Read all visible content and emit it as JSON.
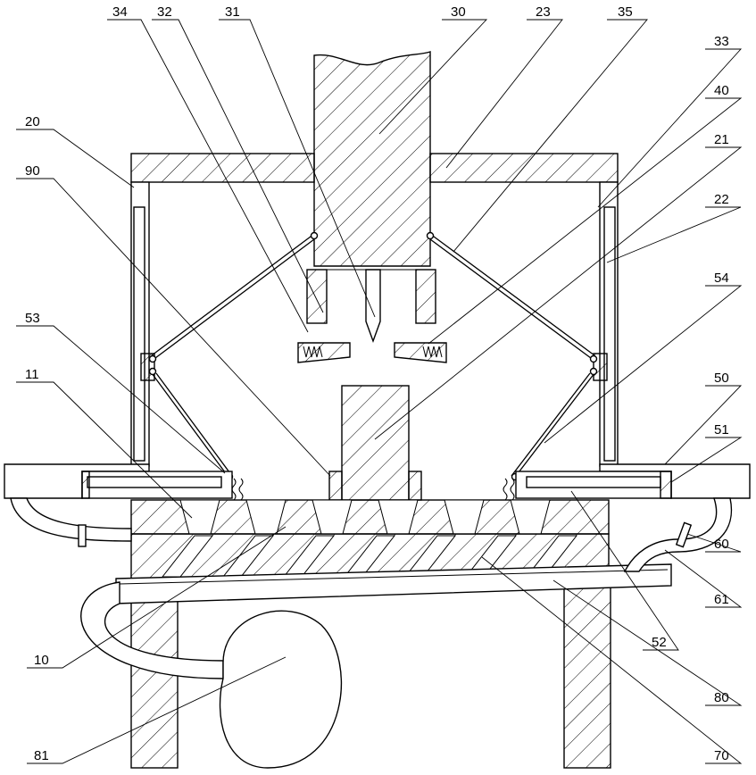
{
  "figure": {
    "labels": {
      "l34": "34",
      "l32": "32",
      "l31": "31",
      "l30": "30",
      "l23": "23",
      "l35": "35",
      "l33": "33",
      "l40": "40",
      "l20": "20",
      "l90": "90",
      "l21": "21",
      "l22": "22",
      "l54": "54",
      "l53": "53",
      "l11": "11",
      "l50": "50",
      "l51": "51",
      "l60": "60",
      "l61": "61",
      "l52": "52",
      "l10": "10",
      "l80": "80",
      "l81": "81",
      "l70": "70"
    }
  },
  "colors": {
    "stroke": "#000000",
    "background": "#ffffff"
  }
}
